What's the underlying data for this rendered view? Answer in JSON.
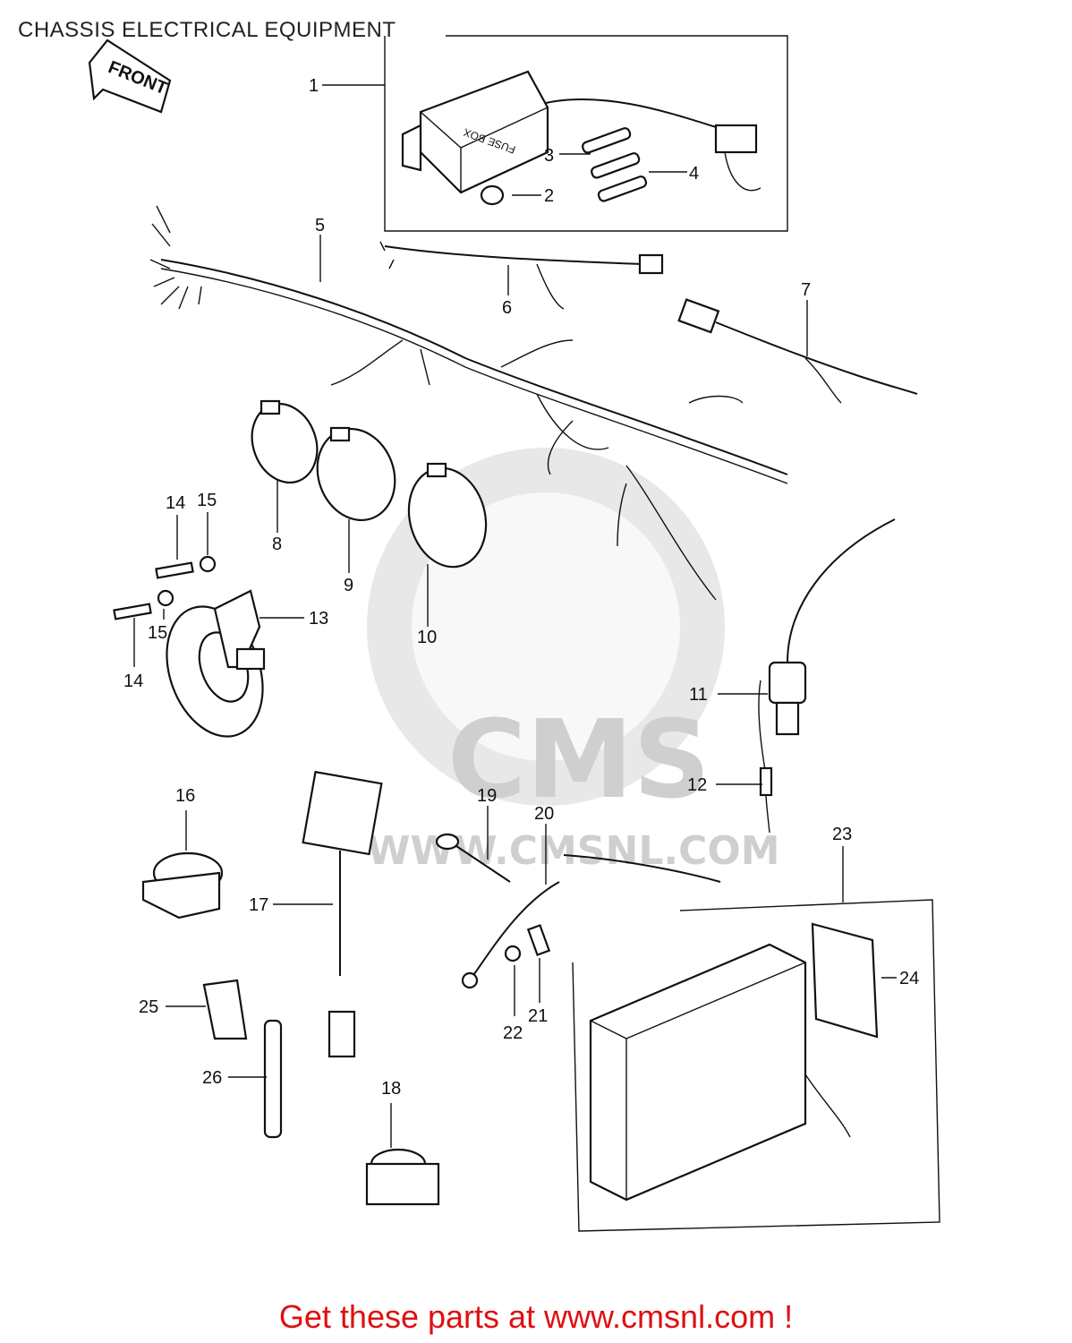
{
  "title": "CHASSIS ELECTRICAL EQUIPMENT",
  "front_label": "FRONT",
  "fuse_box_label": "FUSE BOX",
  "watermark": {
    "logo_text": "CMS",
    "url_text": "WWW.CMSNL.COM"
  },
  "callouts": {
    "1": "1",
    "2": "2",
    "3": "3",
    "4": "4",
    "5": "5",
    "6": "6",
    "7": "7",
    "8": "8",
    "9": "9",
    "10": "10",
    "11": "11",
    "12": "12",
    "13": "13",
    "14a": "14",
    "14b": "14",
    "15a": "15",
    "15b": "15",
    "16": "16",
    "17": "17",
    "18": "18",
    "19": "19",
    "20": "20",
    "21": "21",
    "22": "22",
    "23": "23",
    "24": "24",
    "25": "25",
    "26": "26"
  },
  "footer": "Get these parts at www.cmsnl.com !"
}
